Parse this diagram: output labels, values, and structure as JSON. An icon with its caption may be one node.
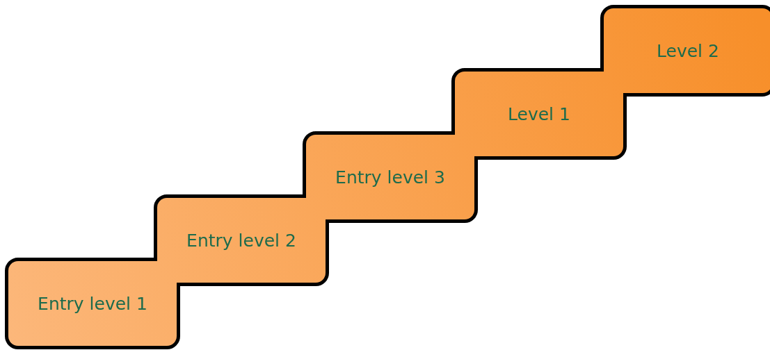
{
  "diagram": {
    "nodes": [
      {
        "text": [
          "Entry level 1"
        ]
      },
      {
        "text": [
          "Entry level 2"
        ]
      },
      {
        "text": [
          "Entry level 3"
        ]
      },
      {
        "text": [
          "Level 1"
        ]
      },
      {
        "text": [
          "Level 2"
        ]
      }
    ]
  }
}
